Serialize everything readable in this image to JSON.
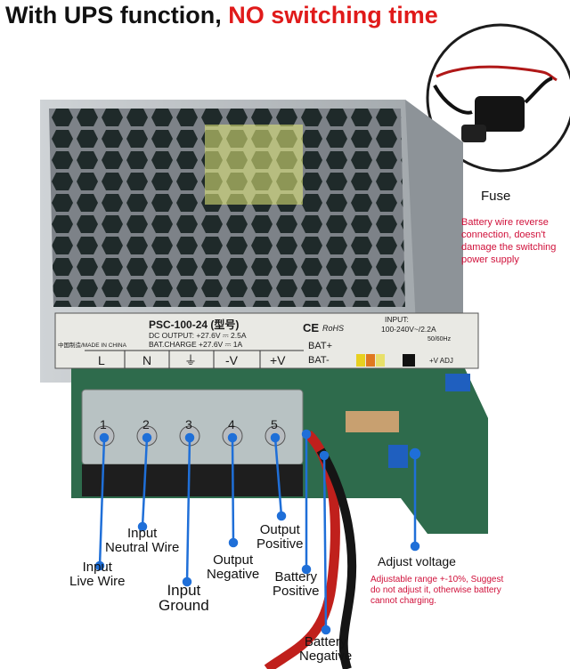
{
  "headline": {
    "part1": "With UPS function, ",
    "part2": "NO switching time"
  },
  "fuse": {
    "title": "Fuse",
    "note": "Battery wire reverse connection, doesn't damage the switching power supply"
  },
  "plate": {
    "model": "PSC-100-24 (型号)",
    "dc_output": "DC OUTPUT: +27.6V ⎓ 2.5A",
    "bat_charge": "BAT.CHARGE +27.6V ⎓ 1A",
    "made_in": "中国制造/MADE IN CHINA",
    "input": "INPUT:",
    "input_range": "100-240V~/2.2A",
    "freq": "50/60Hz",
    "ce": "CE",
    "rohs": "RoHS",
    "bat_plus": "BAT+",
    "bat_minus": "BAT-",
    "adj": "+V ADJ",
    "terminals": [
      "L",
      "N",
      "⏚",
      "-V",
      "+V"
    ]
  },
  "terminal_numbers": [
    "1",
    "2",
    "3",
    "4",
    "5"
  ],
  "labels": {
    "input_live": "Input\nLive Wire",
    "input_neutral": "Input\nNeutral Wire",
    "input_ground": "Input\nGround",
    "output_negative": "Output\nNegative",
    "output_positive": "Output\nPositive",
    "battery_positive": "Battery\nPositive",
    "battery_negative": "Battery\nNegative"
  },
  "adjust": {
    "title": "Adjust voltage",
    "note": "Adjustable range +-10%, Suggest do not adjust it, otherwise battery cannot charging."
  }
}
